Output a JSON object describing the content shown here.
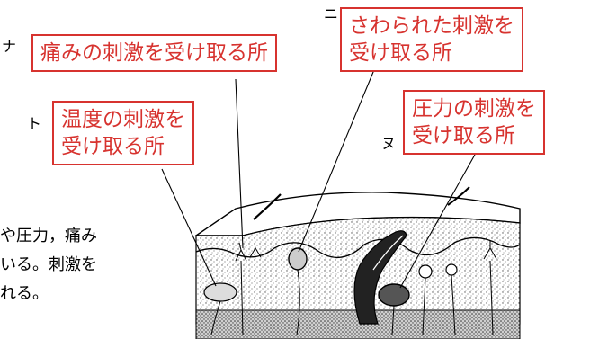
{
  "markers": {
    "na": "ナ",
    "ni": "ニ",
    "to": "ト",
    "nu": "ヌ"
  },
  "labels": {
    "pain": [
      "痛みの刺激を受け取る所"
    ],
    "touch": [
      "さわられた刺激を",
      "受け取る所"
    ],
    "temperature": [
      "温度の刺激を",
      "受け取る所"
    ],
    "pressure": [
      "圧力の刺激を",
      "受け取る所"
    ]
  },
  "background_text": {
    "line1": "や圧力，痛み",
    "line2": "いる。刺激を",
    "line3": "れる。"
  },
  "colors": {
    "label_red": "#d7332f"
  }
}
